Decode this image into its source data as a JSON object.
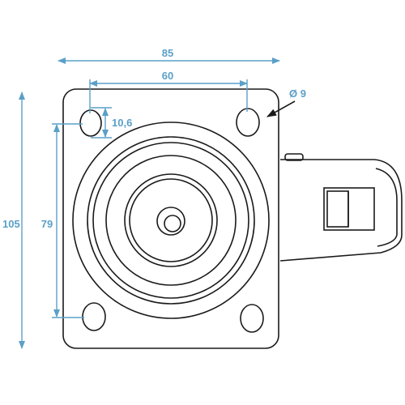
{
  "drawing": {
    "dimensions": {
      "overall_width": "85",
      "hole_spacing_x": "60",
      "slot_length": "10,6",
      "hole_diameter": "Ø 9",
      "hole_spacing_y": "79",
      "overall_height": "105"
    }
  },
  "colors": {
    "dimension": "#5aa0c8",
    "outline": "#1a1a1a",
    "background": "#ffffff"
  }
}
